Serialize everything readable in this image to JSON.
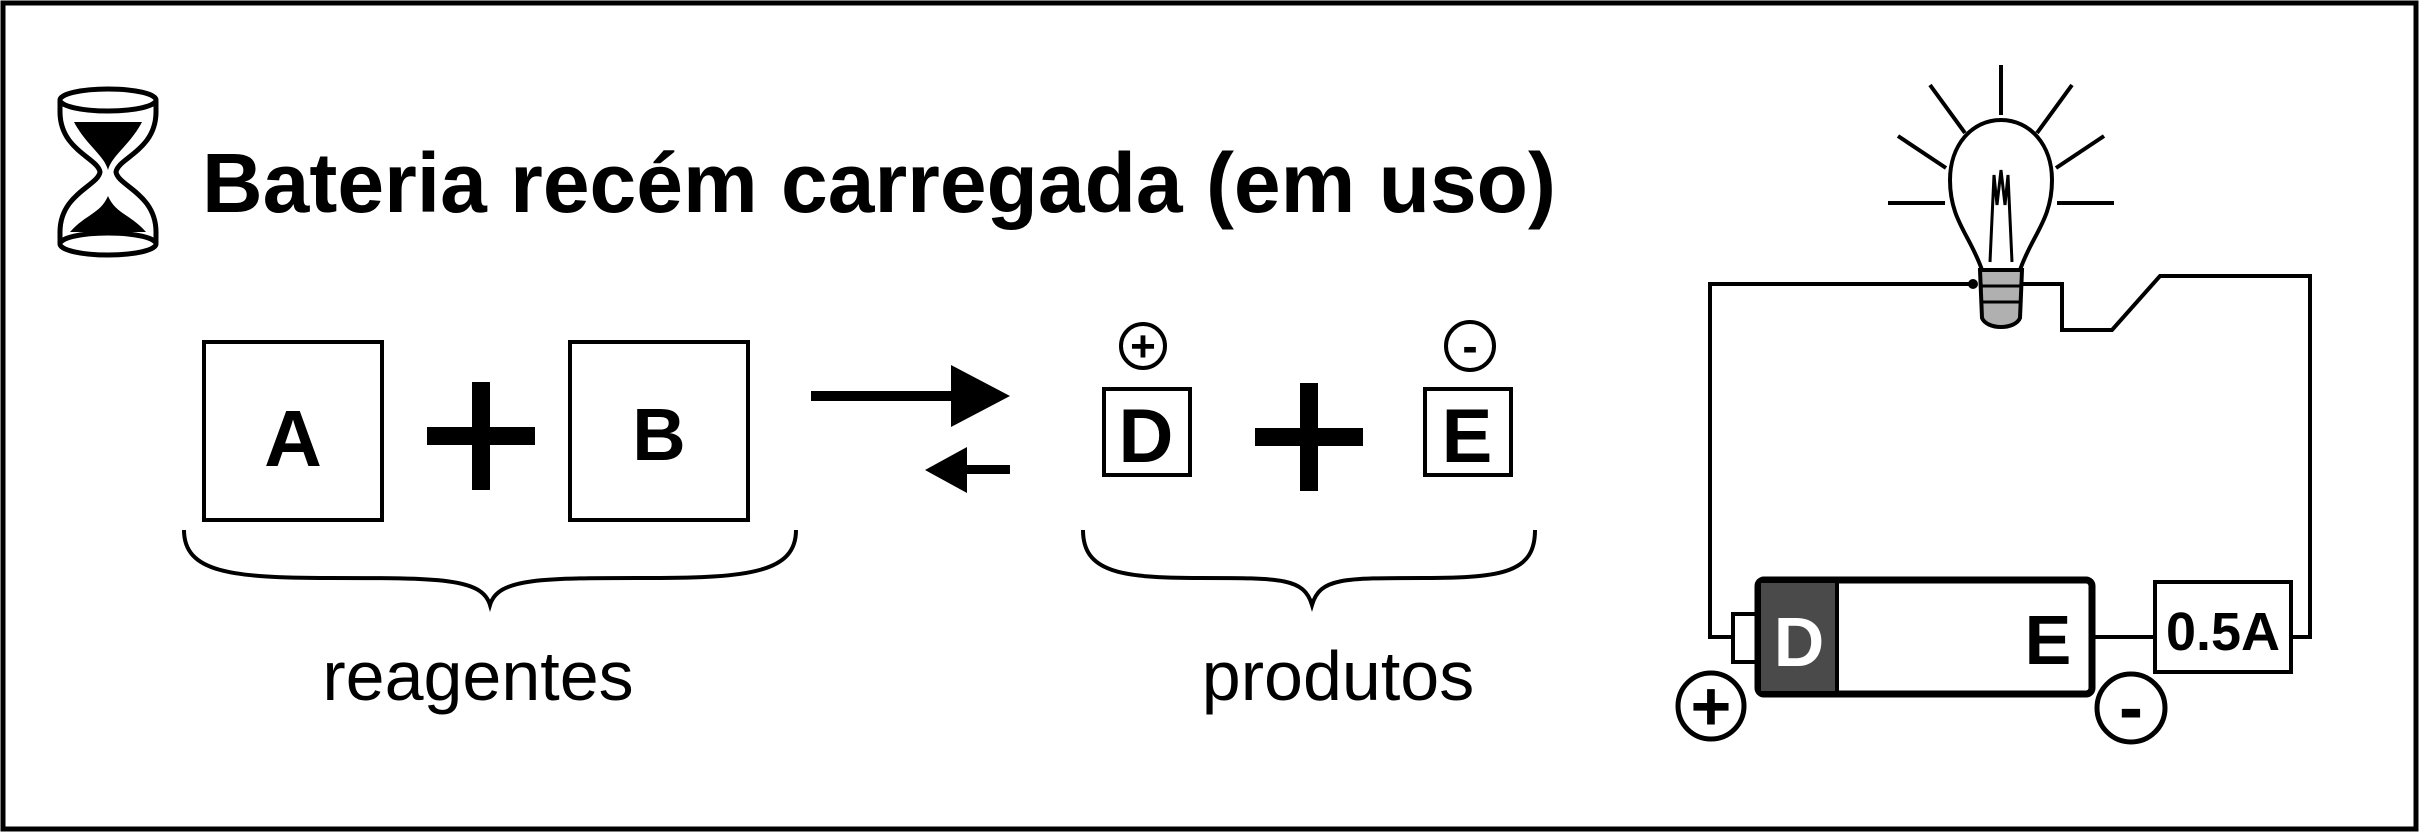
{
  "title": "Bateria recém carregada (em uso)",
  "reaction": {
    "reactant_a": "A",
    "plus_sign": "+",
    "reactant_b": "B",
    "product_d": "D",
    "product_e": "E",
    "product_d_charge": "+",
    "product_e_charge": "-",
    "reactants_label": "reagentes",
    "products_label": "produtos"
  },
  "circuit": {
    "battery_positive_end": "D",
    "battery_negative_end": "E",
    "terminal_positive": "+",
    "terminal_negative": "-",
    "ammeter_reading": "0.5A"
  },
  "icons": [
    "hourglass-icon",
    "light-bulb-icon"
  ],
  "colors": {
    "ink": "#000000",
    "background": "#ffffff",
    "battery_d_fill": "#4a4a4a",
    "bulb_base": "#b0b0b0"
  }
}
